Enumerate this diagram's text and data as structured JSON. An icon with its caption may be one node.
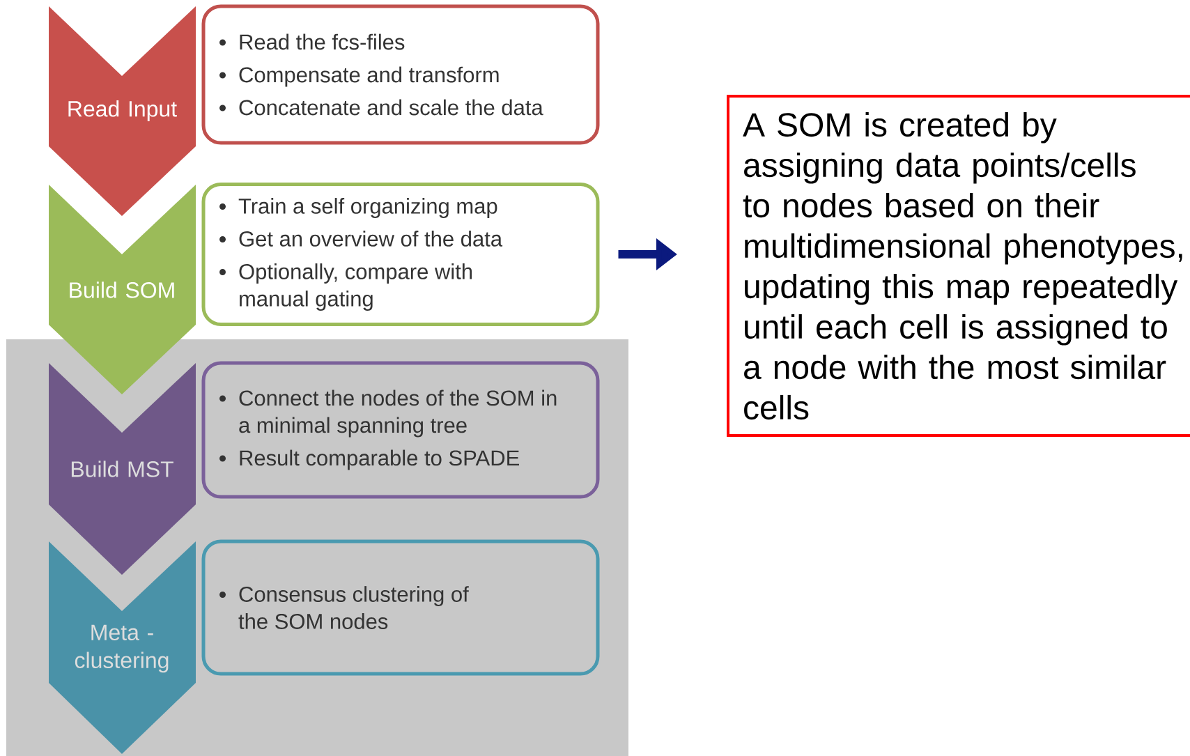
{
  "diagram": {
    "nodes": [
      {
        "text": [
          "Read Input"
        ]
      },
      {
        "text": [
          "Read the fcs-files",
          "Compensate and transform",
          "Concatenate and scale the data"
        ]
      },
      {
        "text": [
          "Build SOM"
        ]
      },
      {
        "text": [
          "Train a self organizing map",
          "Get an overview of the data",
          "Optionally, compare with manual gating"
        ]
      },
      {
        "text": [
          "Build MST"
        ]
      },
      {
        "text": [
          "Connect the nodes of the SOM in a minimal spanning tree",
          "Result comparable to SPADE"
        ]
      },
      {
        "text": [
          "Meta - clustering"
        ]
      },
      {
        "text": [
          "Consensus clustering of the SOM nodes"
        ]
      },
      {
        "text": [
          "A SOM is created by assigning data points/cells to nodes based on their multidimensional phenotypes, updating this map repeatedly until each cell is assigned to a node with the most similar cells"
        ]
      }
    ],
    "edges": [
      {
        "from": 3,
        "to": 8,
        "arrow": "to"
      }
    ]
  }
}
